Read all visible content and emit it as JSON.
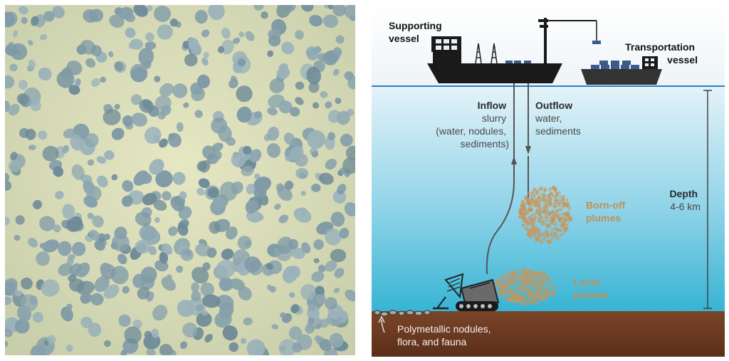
{
  "photo": {
    "alt": "Seafloor covered with polymetallic nodules"
  },
  "diagram": {
    "supporting_vessel": [
      "Supporting",
      "vessel"
    ],
    "transportation_vessel": [
      "Transportation",
      "vessel"
    ],
    "inflow": {
      "title": "Inflow",
      "lines": [
        "slurry",
        "(water, nodules,",
        "sediments)"
      ]
    },
    "outflow": {
      "title": "Outflow",
      "lines": [
        "water,",
        "sediments"
      ]
    },
    "depth": {
      "title": "Depth",
      "value": "4-6 km"
    },
    "born_off_plumes": [
      "Born-off",
      "plumes"
    ],
    "local_plumes": [
      "Local",
      "plumes"
    ],
    "nodules_caption": [
      "Polymetallic nodules,",
      "flora, and fauna"
    ]
  },
  "colors": {
    "sea_top": "#dff1f8",
    "sea_bottom": "#3cb7d6",
    "seafloor": "#6b3a22",
    "plume": "#c0905a",
    "vessel": "#1a1a1a",
    "cargo": "#3b5b8a"
  }
}
